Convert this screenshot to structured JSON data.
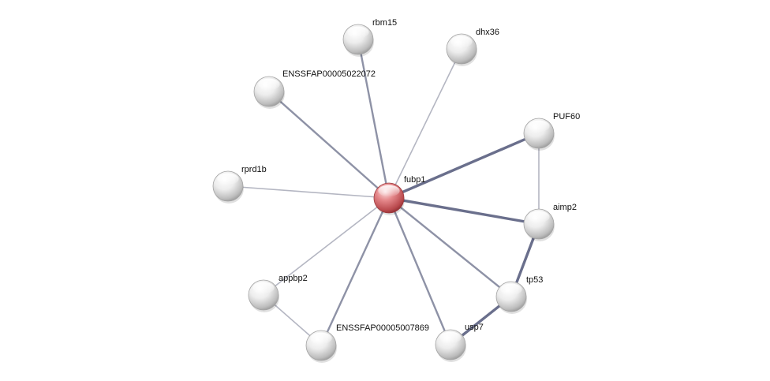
{
  "network": {
    "colors": {
      "query_node": "#e07f82",
      "node": "#e6e6e6",
      "edge_strong": "#6a6f8c",
      "edge_medium": "#8e92a6",
      "edge_weak": "#b4b6c2"
    },
    "nodes": [
      {
        "id": "fubp1",
        "label": "fubp1",
        "query": true
      },
      {
        "id": "rbm15",
        "label": "rbm15"
      },
      {
        "id": "dhx36",
        "label": "dhx36"
      },
      {
        "id": "ENSSFAP00005022072",
        "label": "ENSSFAP00005022072"
      },
      {
        "id": "PUF60",
        "label": "PUF60"
      },
      {
        "id": "rprd1b",
        "label": "rprd1b"
      },
      {
        "id": "aimp2",
        "label": "aimp2"
      },
      {
        "id": "appbp2",
        "label": "appbp2"
      },
      {
        "id": "tp53",
        "label": "tp53"
      },
      {
        "id": "ENSSFAP00005007869",
        "label": "ENSSFAP00005007869"
      },
      {
        "id": "usp7",
        "label": "usp7"
      }
    ],
    "edges": [
      {
        "source": "fubp1",
        "target": "rbm15",
        "strength": "medium"
      },
      {
        "source": "fubp1",
        "target": "dhx36",
        "strength": "weak"
      },
      {
        "source": "fubp1",
        "target": "ENSSFAP00005022072",
        "strength": "medium"
      },
      {
        "source": "fubp1",
        "target": "PUF60",
        "strength": "strong"
      },
      {
        "source": "fubp1",
        "target": "rprd1b",
        "strength": "weak"
      },
      {
        "source": "fubp1",
        "target": "aimp2",
        "strength": "strong"
      },
      {
        "source": "fubp1",
        "target": "appbp2",
        "strength": "weak"
      },
      {
        "source": "fubp1",
        "target": "tp53",
        "strength": "medium"
      },
      {
        "source": "fubp1",
        "target": "ENSSFAP00005007869",
        "strength": "medium"
      },
      {
        "source": "fubp1",
        "target": "usp7",
        "strength": "medium"
      },
      {
        "source": "PUF60",
        "target": "aimp2",
        "strength": "weak"
      },
      {
        "source": "aimp2",
        "target": "tp53",
        "strength": "strong"
      },
      {
        "source": "tp53",
        "target": "usp7",
        "strength": "strong"
      },
      {
        "source": "appbp2",
        "target": "ENSSFAP00005007869",
        "strength": "weak"
      }
    ]
  }
}
